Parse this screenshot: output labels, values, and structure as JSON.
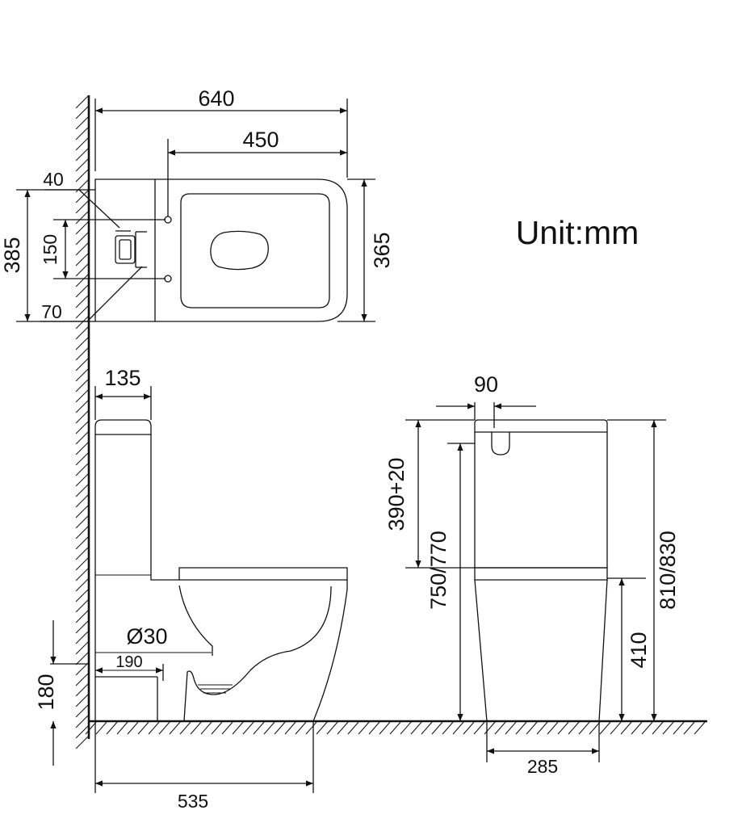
{
  "unit_label": "Unit:mm",
  "top_view": {
    "overall_length": "640",
    "seat_length": "450",
    "overall_width": "385",
    "seat_width": "365",
    "hole_spacing": "150",
    "offset_top": "40",
    "offset_bottom": "70"
  },
  "side_view": {
    "tank_depth": "135",
    "outlet_diameter": "Ø30",
    "outlet_offset": "190",
    "outlet_height": "180",
    "overall_depth": "535"
  },
  "front_view": {
    "button_offset": "90",
    "tank_height": "390+20",
    "seat_height": "750/770",
    "overall_height": "810/830",
    "bowl_height": "410",
    "base_width": "285"
  }
}
